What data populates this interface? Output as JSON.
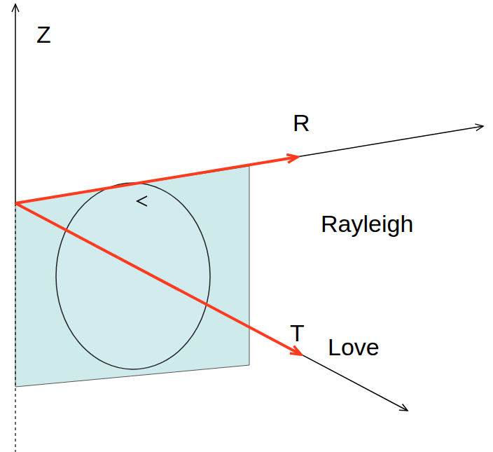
{
  "diagram": {
    "labels": [
      "Z",
      "R",
      "Rayleigh",
      "T",
      "Love"
    ]
  }
}
